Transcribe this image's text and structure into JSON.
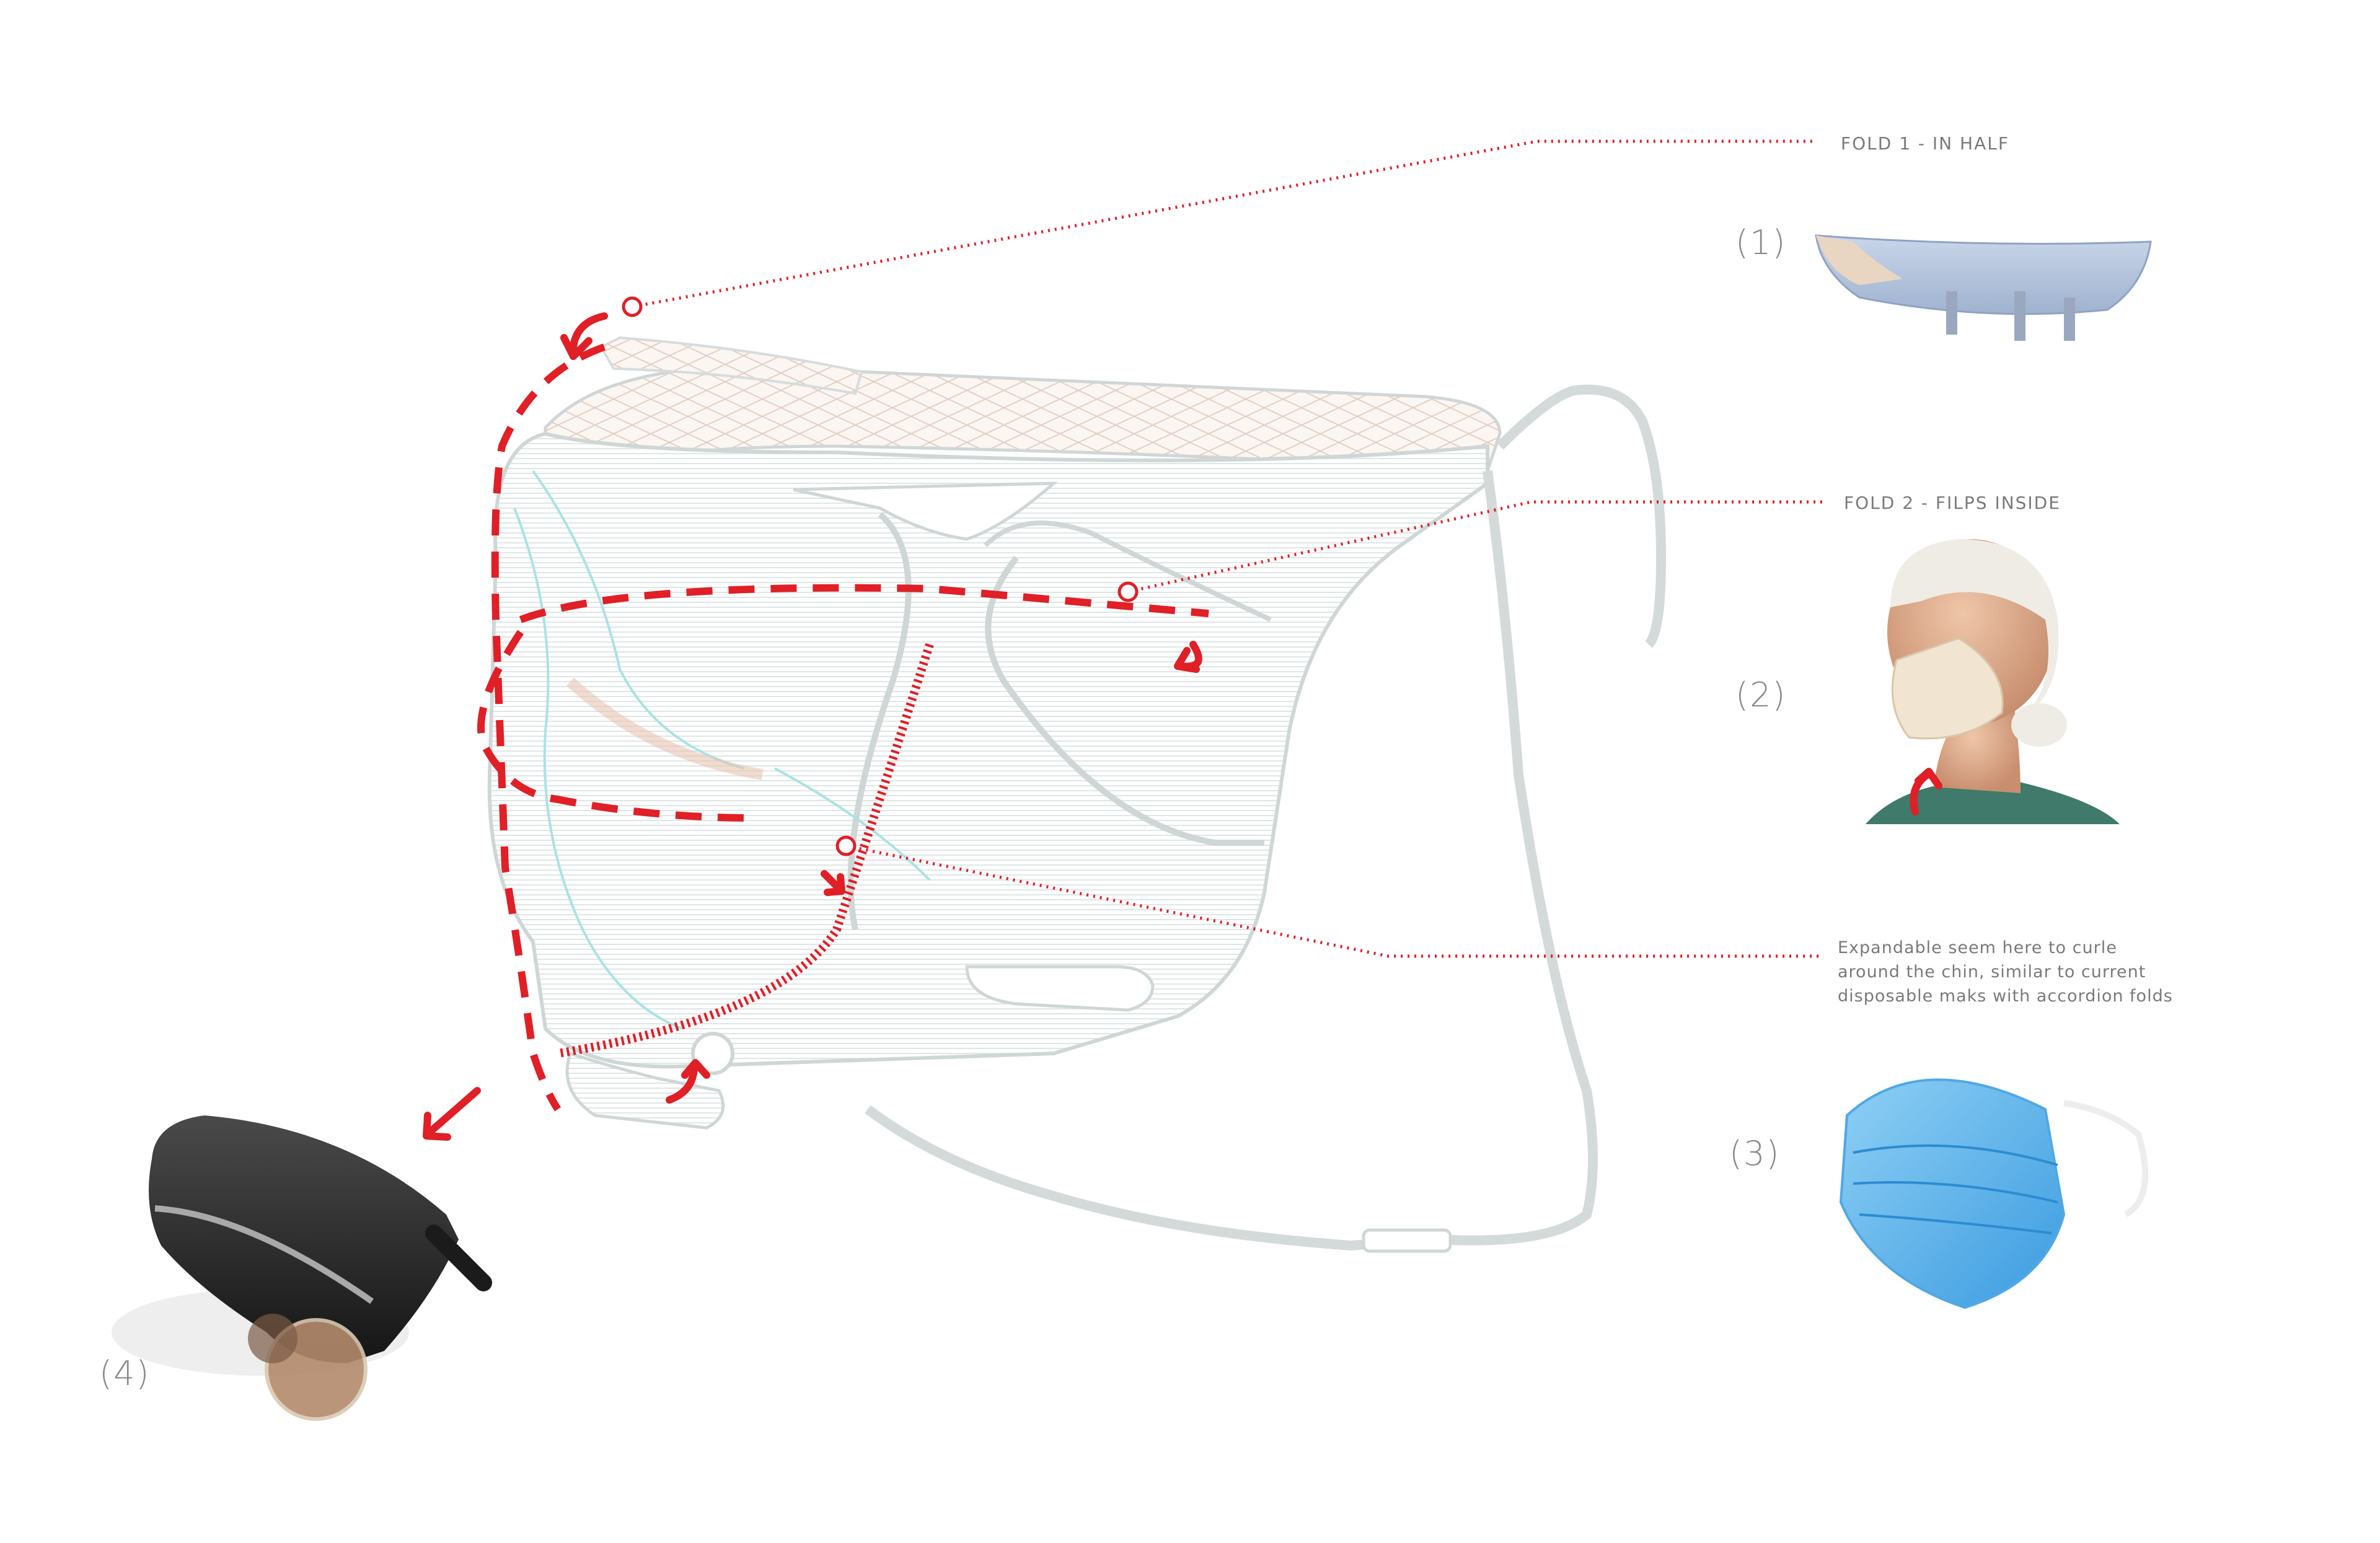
{
  "annotations": {
    "fold1": "FOLD 1 - IN HALF",
    "fold2": "FOLD 2 - FILPS INSIDE",
    "seam": [
      "Expandable seem here to curle",
      "around the chin, similar to current",
      "disposable maks with accordion folds"
    ]
  },
  "references": [
    {
      "label": "(1)",
      "subject": "folded-mask-photo"
    },
    {
      "label": "(2)",
      "subject": "mannequin-wearing-folded-mask-photo"
    },
    {
      "label": "(3)",
      "subject": "surgical-mask-photo"
    },
    {
      "label": "(4)",
      "subject": "glasses-case-photo"
    }
  ],
  "colors": {
    "accent": "#e01f26",
    "line_art": "#c9d6d6",
    "line_art_tint": "#a9e2e4",
    "text": "#7a7a7a"
  }
}
